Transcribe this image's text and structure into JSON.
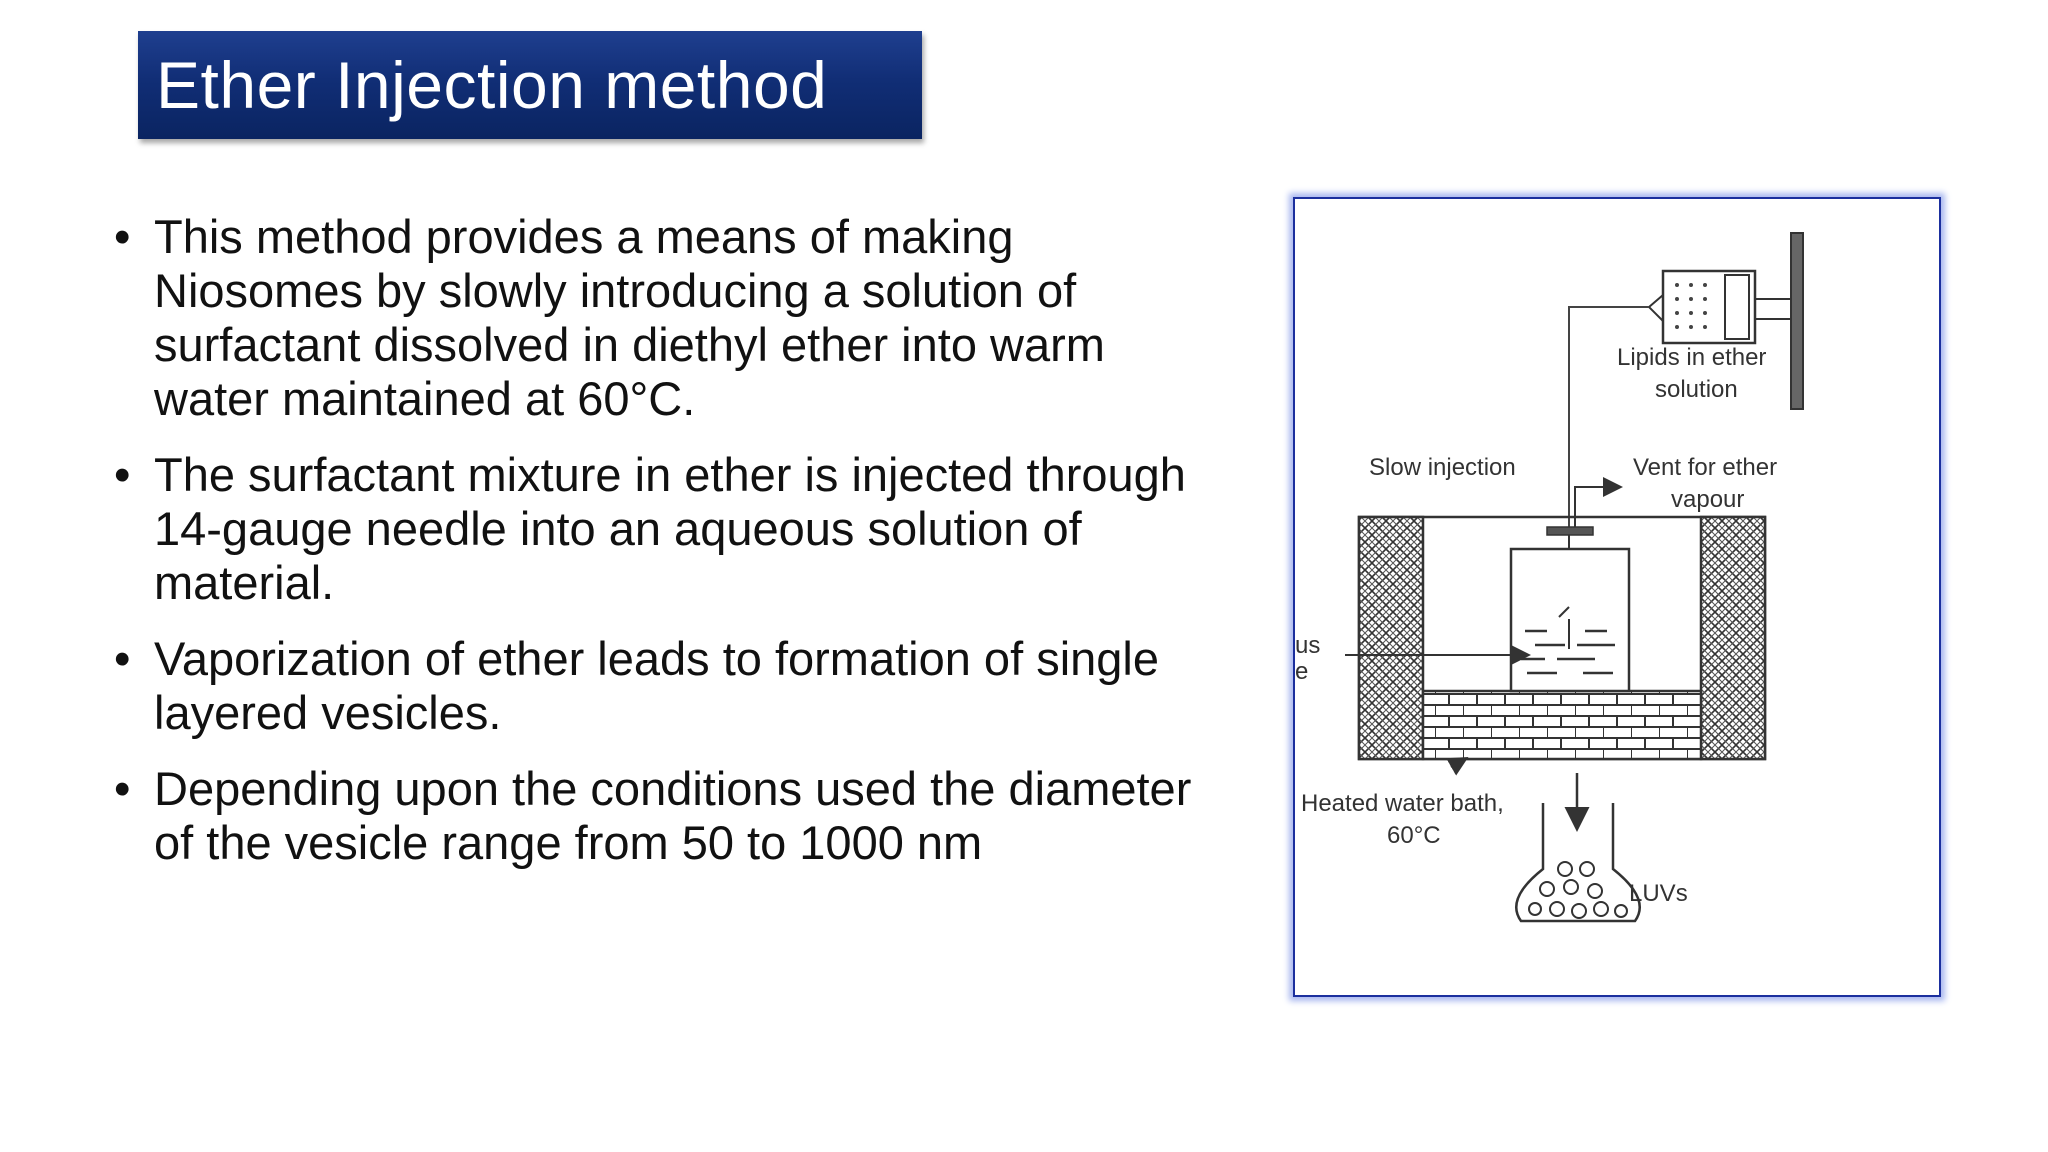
{
  "title": "Ether Injection method",
  "bullets": [
    "This method provides a means of making Niosomes by slowly introducing a solution of surfactant dissolved in diethyl ether into warm water maintained at 60°C.",
    "The surfactant mixture in ether is injected through 14-gauge needle into an aqueous solution of material.",
    "Vaporization of ether leads to formation of single layered vesicles.",
    "Depending upon the conditions used the diameter of the vesicle range from 50 to 1000 nm"
  ],
  "bullet_symbol": "•",
  "figure": {
    "label_lipids_line1": "Lipids in ether",
    "label_lipids_line2": "solution",
    "label_slow_injection": "Slow injection",
    "label_vent_line1": "Vent for ether",
    "label_vent_line2": "vapour",
    "label_left_partial_1": "us",
    "label_left_partial_2": "e",
    "label_bath_line1": "Heated water bath,",
    "label_bath_line2": "60°C",
    "label_luvs": "LUVs"
  },
  "colors": {
    "title_bg": "#112e76",
    "title_text": "#ffffff",
    "frame_border": "#1b2f9e",
    "frame_glow": "#a9b8f0"
  }
}
